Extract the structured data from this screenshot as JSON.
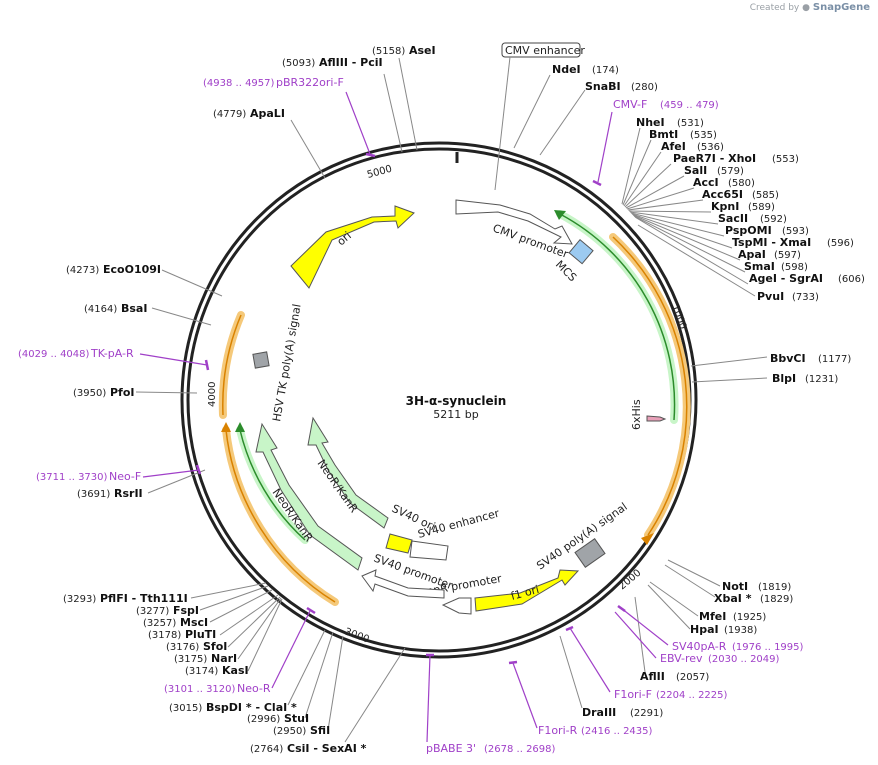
{
  "credit": {
    "prefix": "Created by",
    "brand": "SnapGene"
  },
  "plasmid": {
    "name": "3H-α-synuclein",
    "size": "5211 bp"
  },
  "ticks": [
    "1000",
    "2000",
    "3000",
    "4000",
    "5000"
  ],
  "features": [
    {
      "id": "cmv-enhancer",
      "label": "CMV enhancer"
    },
    {
      "id": "cmv-promoter",
      "label": "CMV promoter"
    },
    {
      "id": "mcs",
      "label": "MCS"
    },
    {
      "id": "his6",
      "label": "6xHis"
    },
    {
      "id": "sv40-polya",
      "label": "SV40 poly(A) signal"
    },
    {
      "id": "f1-ori",
      "label": "f1 ori"
    },
    {
      "id": "ampr-promoter",
      "label": "AmpR promoter"
    },
    {
      "id": "sv40-promoter",
      "label": "SV40 promoter"
    },
    {
      "id": "sv40-enhancer",
      "label": "SV40 enhancer"
    },
    {
      "id": "sv40-ori",
      "label": "SV40 ori"
    },
    {
      "id": "neor-outer",
      "label": "NeoR/KanR"
    },
    {
      "id": "neor-inner",
      "label": "NeoR/KanR"
    },
    {
      "id": "hsv-tk",
      "label": "HSV TK poly(A) signal"
    },
    {
      "id": "ori",
      "label": "ori"
    }
  ],
  "enzymes_right": [
    {
      "pos": "(174)",
      "name": "NdeI",
      "suffix": ""
    },
    {
      "pos": "(280)",
      "name": "SnaBI",
      "suffix": ""
    },
    {
      "pos": "(531)",
      "name": "NheI",
      "suffix": ""
    },
    {
      "pos": "(535)",
      "name": "BmtI",
      "suffix": ""
    },
    {
      "pos": "(536)",
      "name": "AfeI",
      "suffix": ""
    },
    {
      "pos": "(553)",
      "name": "PaeR7I",
      "suffix": " - XhoI"
    },
    {
      "pos": "(579)",
      "name": "SalI",
      "suffix": ""
    },
    {
      "pos": "(580)",
      "name": "AccI",
      "suffix": ""
    },
    {
      "pos": "(585)",
      "name": "Acc65I",
      "suffix": ""
    },
    {
      "pos": "(589)",
      "name": "KpnI",
      "suffix": ""
    },
    {
      "pos": "(592)",
      "name": "SacII",
      "suffix": ""
    },
    {
      "pos": "(593)",
      "name": "PspOMI",
      "suffix": ""
    },
    {
      "pos": "(596)",
      "name": "TspMI",
      "suffix": " - XmaI"
    },
    {
      "pos": "(597)",
      "name": "ApaI",
      "suffix": ""
    },
    {
      "pos": "(598)",
      "name": "SmaI",
      "suffix": ""
    },
    {
      "pos": "(606)",
      "name": "AgeI",
      "suffix": " - SgrAI"
    },
    {
      "pos": "(733)",
      "name": "PvuI",
      "suffix": ""
    },
    {
      "pos": "(1177)",
      "name": "BbvCI",
      "suffix": ""
    },
    {
      "pos": "(1231)",
      "name": "BlpI",
      "suffix": ""
    },
    {
      "pos": "(1819)",
      "name": "NotI",
      "suffix": ""
    },
    {
      "pos": "(1829)",
      "name": "XbaI",
      "suffix": " *"
    },
    {
      "pos": "(1925)",
      "name": "MfeI",
      "suffix": ""
    },
    {
      "pos": "(1938)",
      "name": "HpaI",
      "suffix": ""
    },
    {
      "pos": "(2057)",
      "name": "AflII",
      "suffix": ""
    },
    {
      "pos": "(2291)",
      "name": "DraIII",
      "suffix": ""
    }
  ],
  "enzymes_left": [
    {
      "pos": "(5158)",
      "name": "AseI",
      "prefix": ""
    },
    {
      "pos": "(5093)",
      "name": "AflIII",
      "prefix": "",
      "suffix": " - PciI"
    },
    {
      "pos": "(4779)",
      "name": "ApaLI",
      "prefix": ""
    },
    {
      "pos": "(4273)",
      "name": "EcoO109I",
      "prefix": ""
    },
    {
      "pos": "(4164)",
      "name": "BsaI",
      "prefix": ""
    },
    {
      "pos": "(3950)",
      "name": "PfoI",
      "prefix": ""
    },
    {
      "pos": "(3691)",
      "name": "RsrII",
      "prefix": ""
    },
    {
      "pos": "(3293)",
      "name": "PflFI",
      "prefix": "",
      "suffix": " - Tth111I"
    },
    {
      "pos": "(3277)",
      "name": "FspI",
      "prefix": ""
    },
    {
      "pos": "(3257)",
      "name": "MscI",
      "prefix": ""
    },
    {
      "pos": "(3178)",
      "name": "PluTI",
      "prefix": ""
    },
    {
      "pos": "(3176)",
      "name": "SfoI",
      "prefix": ""
    },
    {
      "pos": "(3175)",
      "name": "NarI",
      "prefix": ""
    },
    {
      "pos": "(3174)",
      "name": "KasI",
      "prefix": ""
    },
    {
      "pos": "(3015)",
      "name": "BspDI *",
      "prefix": "",
      "suffix": " - ClaI *"
    },
    {
      "pos": "(2996)",
      "name": "StuI",
      "prefix": ""
    },
    {
      "pos": "(2950)",
      "name": "SfiI",
      "prefix": ""
    },
    {
      "pos": "(2764)",
      "name": "CsiI",
      "prefix": "",
      "suffix": " - SexAI *"
    }
  ],
  "primers": [
    {
      "label": "pBR322ori-F",
      "range": "(4938 .. 4957)"
    },
    {
      "label": "CMV-F",
      "range": "(459 .. 479)"
    },
    {
      "label": "TK-pA-R",
      "range": "(4029 .. 4048)"
    },
    {
      "label": "Neo-F",
      "range": "(3711 .. 3730)"
    },
    {
      "label": "Neo-R",
      "range": "(3101 .. 3120)"
    },
    {
      "label": "SV40pA-R",
      "range": "(1976 .. 1995)"
    },
    {
      "label": "EBV-rev",
      "range": "(2030 .. 2049)"
    },
    {
      "label": "F1ori-F",
      "range": "(2204 .. 2225)"
    },
    {
      "label": "F1ori-R",
      "range": "(2416 .. 2435)"
    },
    {
      "label": "pBABE 3'",
      "range": "(2678 .. 2698)"
    }
  ],
  "colors": {
    "backbone": "#222222",
    "ori": "#ffff00",
    "neor": "#c8f5c8",
    "orf_band": "#f5c97a",
    "orf_arrow": "#e08a00",
    "green_arrow": "#2c8c2c",
    "primer": "#a040c8",
    "mcs": "#9ccaf0"
  }
}
